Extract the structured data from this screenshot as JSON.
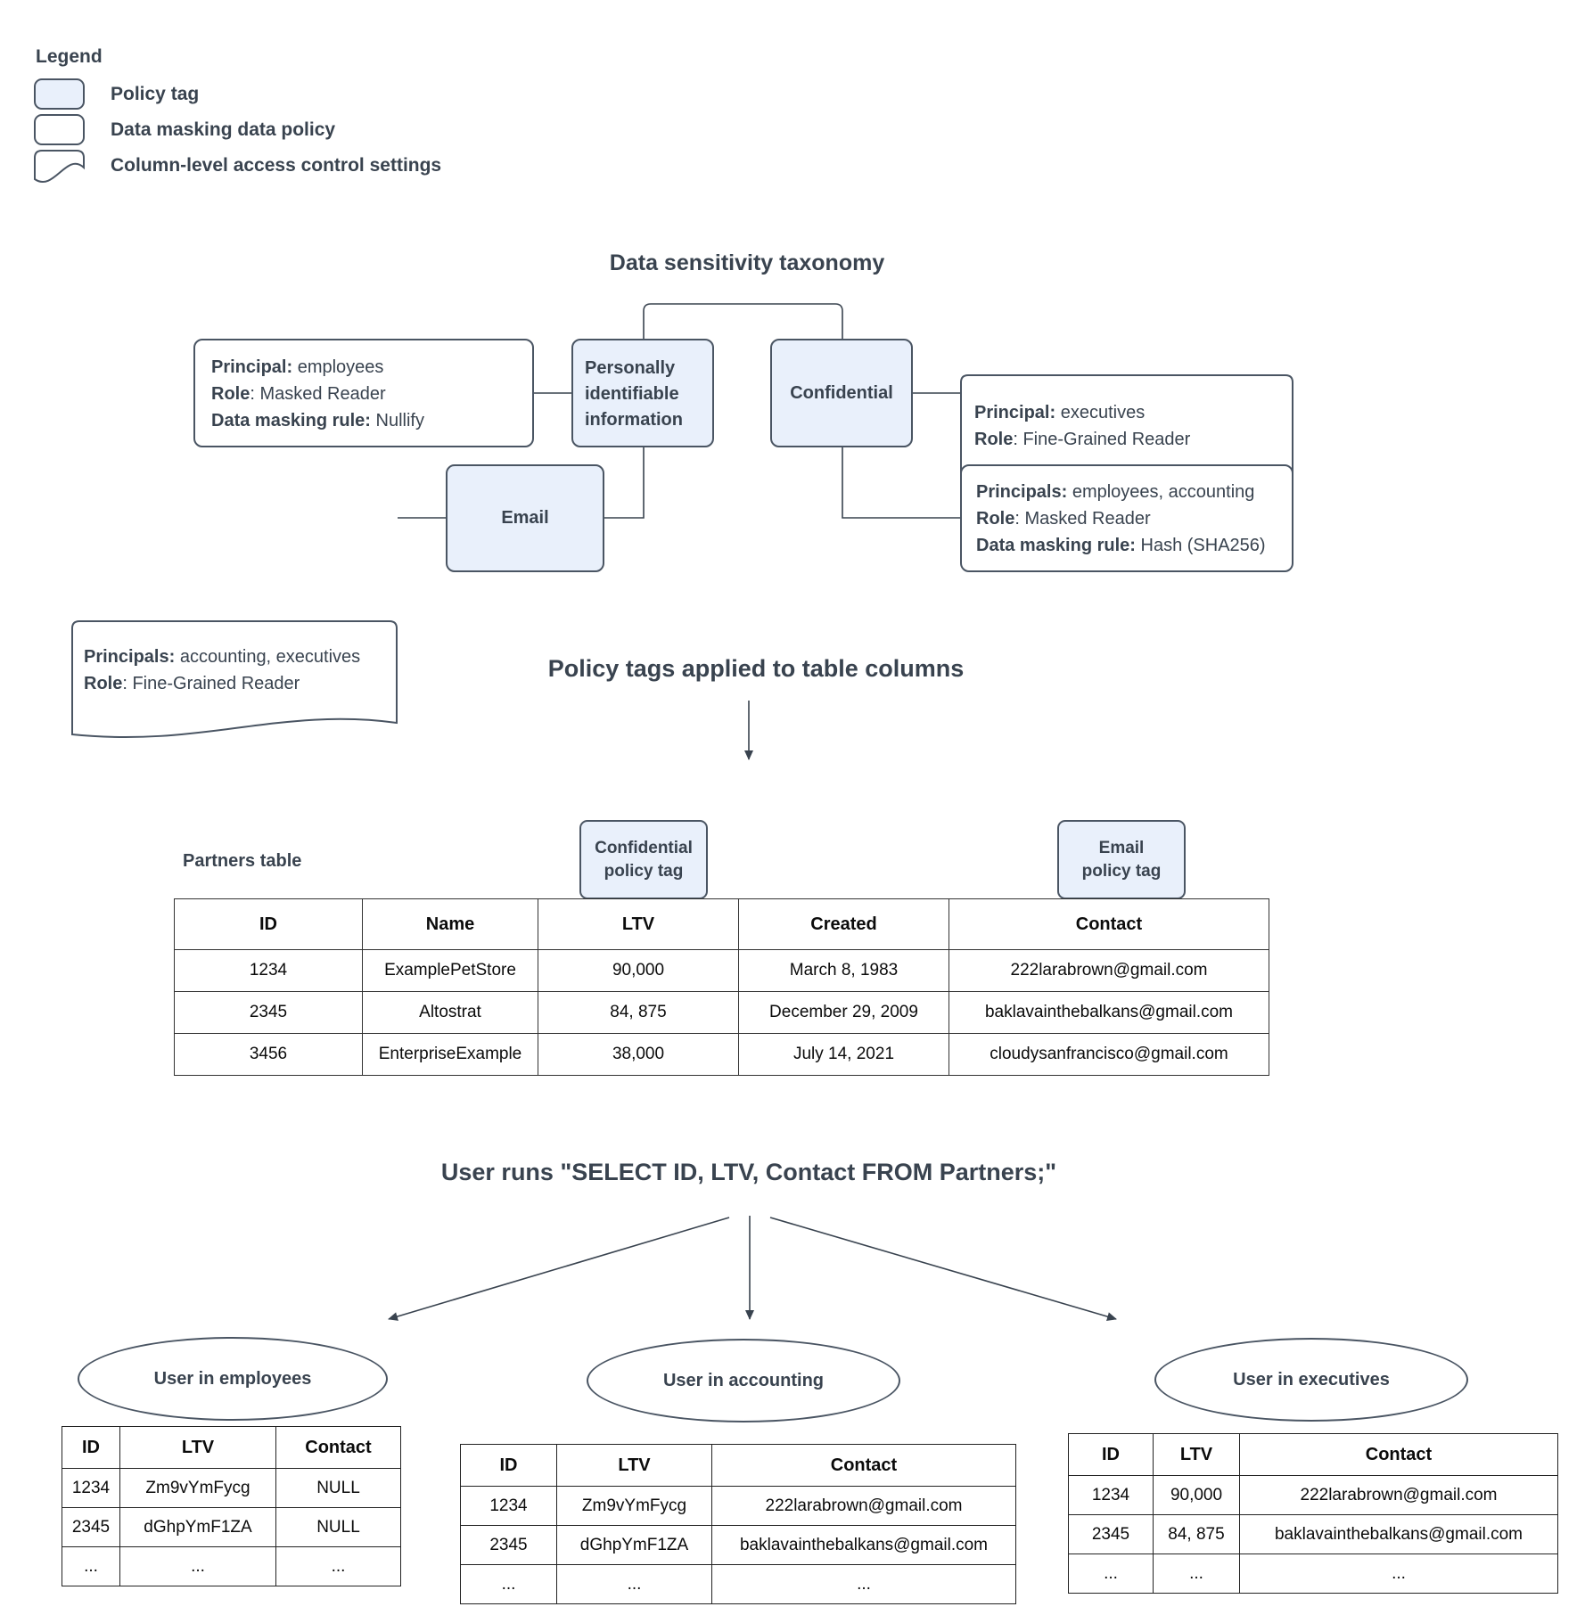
{
  "colors": {
    "policy_tag_fill": "#e9f0fb",
    "shape_stroke": "#4a5563",
    "text": "#39434f",
    "table_text": "#0b0b0b"
  },
  "legend": {
    "title": "Legend",
    "items": [
      {
        "shape": "policy-tag",
        "label": "Policy tag"
      },
      {
        "shape": "data-masking-policy",
        "label": "Data masking data policy"
      },
      {
        "shape": "access-control",
        "label": "Column-level access control settings"
      }
    ]
  },
  "taxonomy": {
    "title": "Data sensitivity taxonomy",
    "nodes": {
      "pii": "Personally identifiable information",
      "confidential": "Confidential",
      "email": "Email"
    },
    "policies": {
      "pii_masking": {
        "lines": [
          {
            "b": "Principal:",
            "r": " employees"
          },
          {
            "b": "Role",
            "r": ": Masked Reader"
          },
          {
            "b": "Data masking rule:",
            "r": " Nullify"
          }
        ]
      },
      "confidential_access": {
        "lines": [
          {
            "b": "Principal:",
            "r": " executives"
          },
          {
            "b": "Role",
            "r": ": Fine-Grained Reader"
          }
        ]
      },
      "email_access": {
        "lines": [
          {
            "b": "Principals:",
            "r": " accounting, executives"
          },
          {
            "b": "Role",
            "r": ": Fine-Grained Reader"
          }
        ]
      },
      "confidential_masking": {
        "lines": [
          {
            "b": "Principals:",
            "r": " employees, accounting"
          },
          {
            "b": "Role",
            "r": ": Masked Reader"
          },
          {
            "b": "Data masking rule:",
            "r": " Hash (SHA256)"
          }
        ]
      }
    }
  },
  "applied": {
    "title": "Policy tags applied to table columns"
  },
  "partners": {
    "label": "Partners table",
    "tag_confidential": {
      "line1": "Confidential",
      "line2": "policy tag"
    },
    "tag_email": {
      "line1": "Email",
      "line2": "policy tag"
    },
    "headers": [
      "ID",
      "Name",
      "LTV",
      "Created",
      "Contact"
    ],
    "rows": [
      [
        "1234",
        "ExamplePetStore",
        "90,000",
        "March 8, 1983",
        "222larabrown@gmail.com"
      ],
      [
        "2345",
        "Altostrat",
        "84, 875",
        "December 29, 2009",
        "baklavainthebalkans@gmail.com"
      ],
      [
        "3456",
        "EnterpriseExample",
        "38,000",
        "July 14, 2021",
        "cloudysanfrancisco@gmail.com"
      ]
    ]
  },
  "query": {
    "title": "User runs \"SELECT ID, LTV, Contact FROM Partners;\""
  },
  "results": [
    {
      "group": "User in employees",
      "headers": [
        "ID",
        "LTV",
        "Contact"
      ],
      "rows": [
        [
          "1234",
          "Zm9vYmFycg",
          "NULL"
        ],
        [
          "2345",
          "dGhpYmF1ZA",
          "NULL"
        ],
        [
          "...",
          "...",
          "..."
        ]
      ]
    },
    {
      "group": "User in accounting",
      "headers": [
        "ID",
        "LTV",
        "Contact"
      ],
      "rows": [
        [
          "1234",
          "Zm9vYmFycg",
          "222larabrown@gmail.com"
        ],
        [
          "2345",
          "dGhpYmF1ZA",
          "baklavainthebalkans@gmail.com"
        ],
        [
          "...",
          "...",
          "..."
        ]
      ]
    },
    {
      "group": "User in executives",
      "headers": [
        "ID",
        "LTV",
        "Contact"
      ],
      "rows": [
        [
          "1234",
          "90,000",
          "222larabrown@gmail.com"
        ],
        [
          "2345",
          "84, 875",
          "baklavainthebalkans@gmail.com"
        ],
        [
          "...",
          "...",
          "..."
        ]
      ]
    }
  ]
}
